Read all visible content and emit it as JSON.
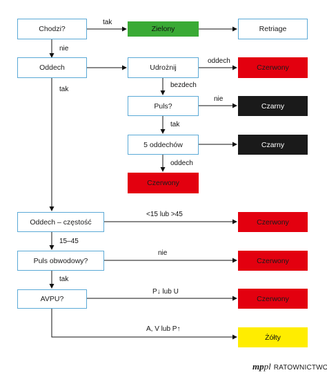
{
  "nodes": {
    "chodzi": "Chodzi?",
    "zielony": "Zielony",
    "retriage": "Retriage",
    "oddech": "Oddech",
    "udroznij": "Udrożnij",
    "czerwony_1": "Czerwony",
    "puls": "Puls?",
    "czarny_1": "Czarny",
    "piec_oddechow": "5 oddechów",
    "czarny_2": "Czarny",
    "czerwony_2": "Czerwony",
    "oddech_czestosc": "Oddech – częstość",
    "czerwony_3": "Czerwony",
    "puls_obwodowy": "Puls obwodowy?",
    "czerwony_4": "Czerwony",
    "avpu": "AVPU?",
    "czerwony_5": "Czerwony",
    "zolty": "Żółty"
  },
  "labels": {
    "chodzi_tak": "tak",
    "chodzi_nie": "nie",
    "oddech_tak": "tak",
    "udroznij_oddech": "oddech",
    "udroznij_bezdech": "bezdech",
    "puls_nie": "nie",
    "puls_tak": "tak",
    "piec_oddech": "oddech",
    "czestosc_range": "<15 lub >45",
    "czestosc_normal": "15–45",
    "puls_obw_nie": "nie",
    "puls_obw_tak": "tak",
    "avpu_pu": "P↓ lub U",
    "avpu_av": "A, V lub P↑"
  },
  "brand": {
    "mp": "mp",
    "pl": "pl",
    "name": "RATOWNICTWO"
  },
  "colors": {
    "green": "#3aaa35",
    "red": "#e3000f",
    "black": "#1a1a1a",
    "yellow": "#ffed00",
    "question_border": "#5aa9d6",
    "line": "#111111"
  }
}
